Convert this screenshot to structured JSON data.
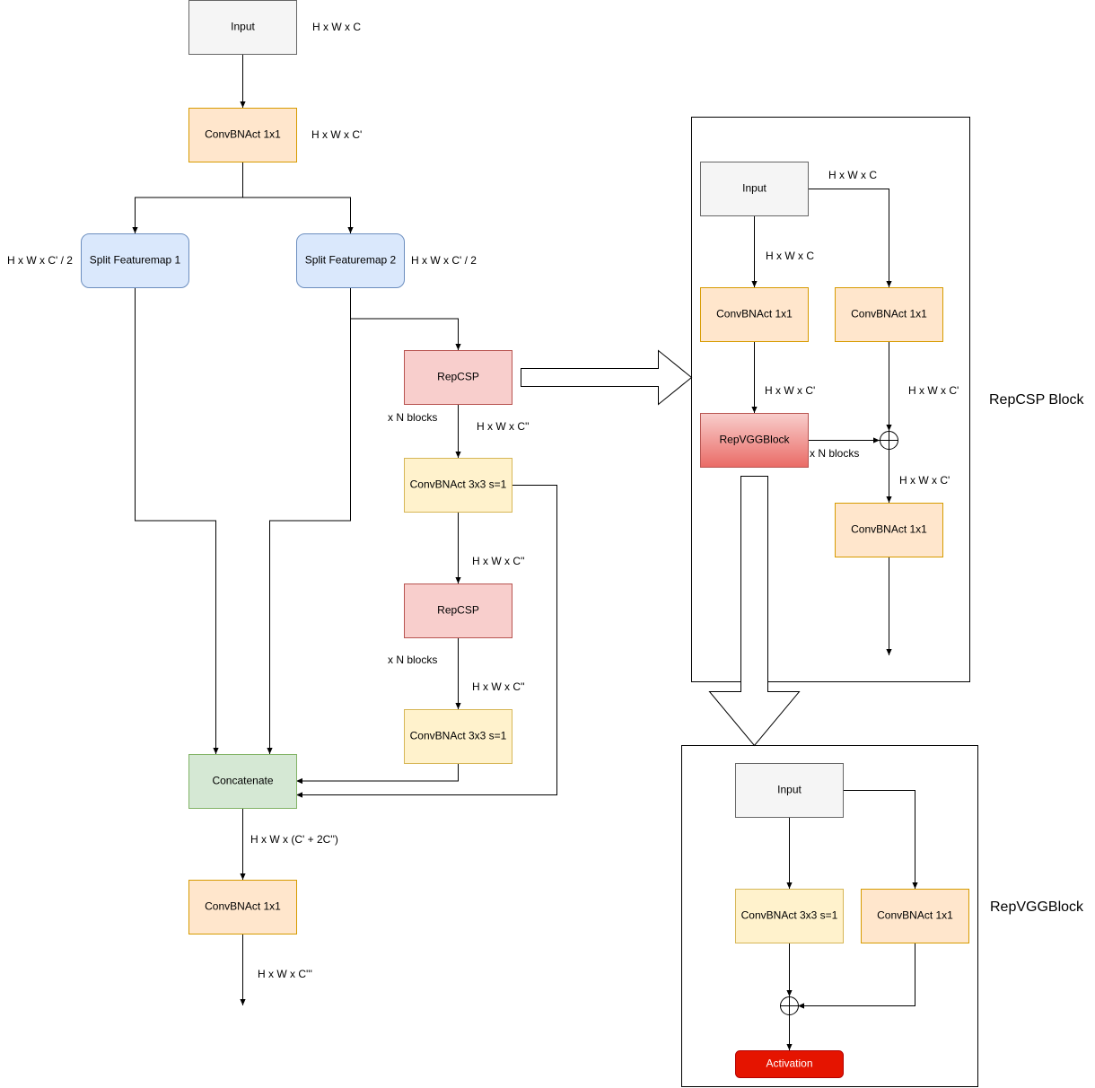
{
  "colors": {
    "gray_fill": "#f5f5f5",
    "gray_stroke": "#666666",
    "orange_fill": "#ffe6cc",
    "orange_stroke": "#d79b00",
    "yellow_fill": "#fff2cc",
    "yellow_stroke": "#d6b656",
    "blue_fill": "#dae8fc",
    "blue_stroke": "#6c8ebf",
    "red_fill": "#f8cecc",
    "red_stroke": "#b85450",
    "green_fill": "#d5e8d4",
    "green_stroke": "#82b366",
    "activation_fill": "#e51400",
    "activation_stroke": "#b20000"
  },
  "main": {
    "input": "Input",
    "conv1": "ConvBNAct 1x1",
    "split1": "Split Featuremap 1",
    "split2": "Split Featuremap 2",
    "repcsp1": "RepCSP",
    "conv3x3_1": "ConvBNAct 3x3 s=1",
    "repcsp2": "RepCSP",
    "conv3x3_2": "ConvBNAct 3x3 s=1",
    "concat": "Concatenate",
    "conv2": "ConvBNAct 1x1",
    "labels": {
      "input_dim": "H x W x C",
      "conv1_dim": "H x W x C'",
      "split1_dim": "H x W x C' / 2",
      "split2_dim": "H x W x C' / 2",
      "nblocks1": "x N blocks",
      "repcsp1_dim": "H x W x C''",
      "conv3x3_1_dim": "H x W x C''",
      "nblocks2": "x N blocks",
      "repcsp2_dim": "H x W x C''",
      "concat_dim": "H x W x (C' + 2C'')",
      "out_dim": "H x W x C'''"
    }
  },
  "repcsp_block": {
    "title": "RepCSP Block",
    "input": "Input",
    "conv_left": "ConvBNAct 1x1",
    "conv_right": "ConvBNAct 1x1",
    "repvgg": "RepVGGBlock",
    "conv_out": "ConvBNAct 1x1",
    "labels": {
      "input_right_dim": "H x W x C",
      "input_down_dim": "H x W x C",
      "conv_left_dim": "H x W x C'",
      "conv_right_dim": "H x W x C'",
      "nblocks": "x N blocks",
      "sum_dim": "H x W x C'"
    }
  },
  "repvgg_block": {
    "title": "RepVGGBlock",
    "input": "Input",
    "conv3x3": "ConvBNAct 3x3 s=1",
    "conv1x1": "ConvBNAct 1x1",
    "activation": "Activation"
  }
}
